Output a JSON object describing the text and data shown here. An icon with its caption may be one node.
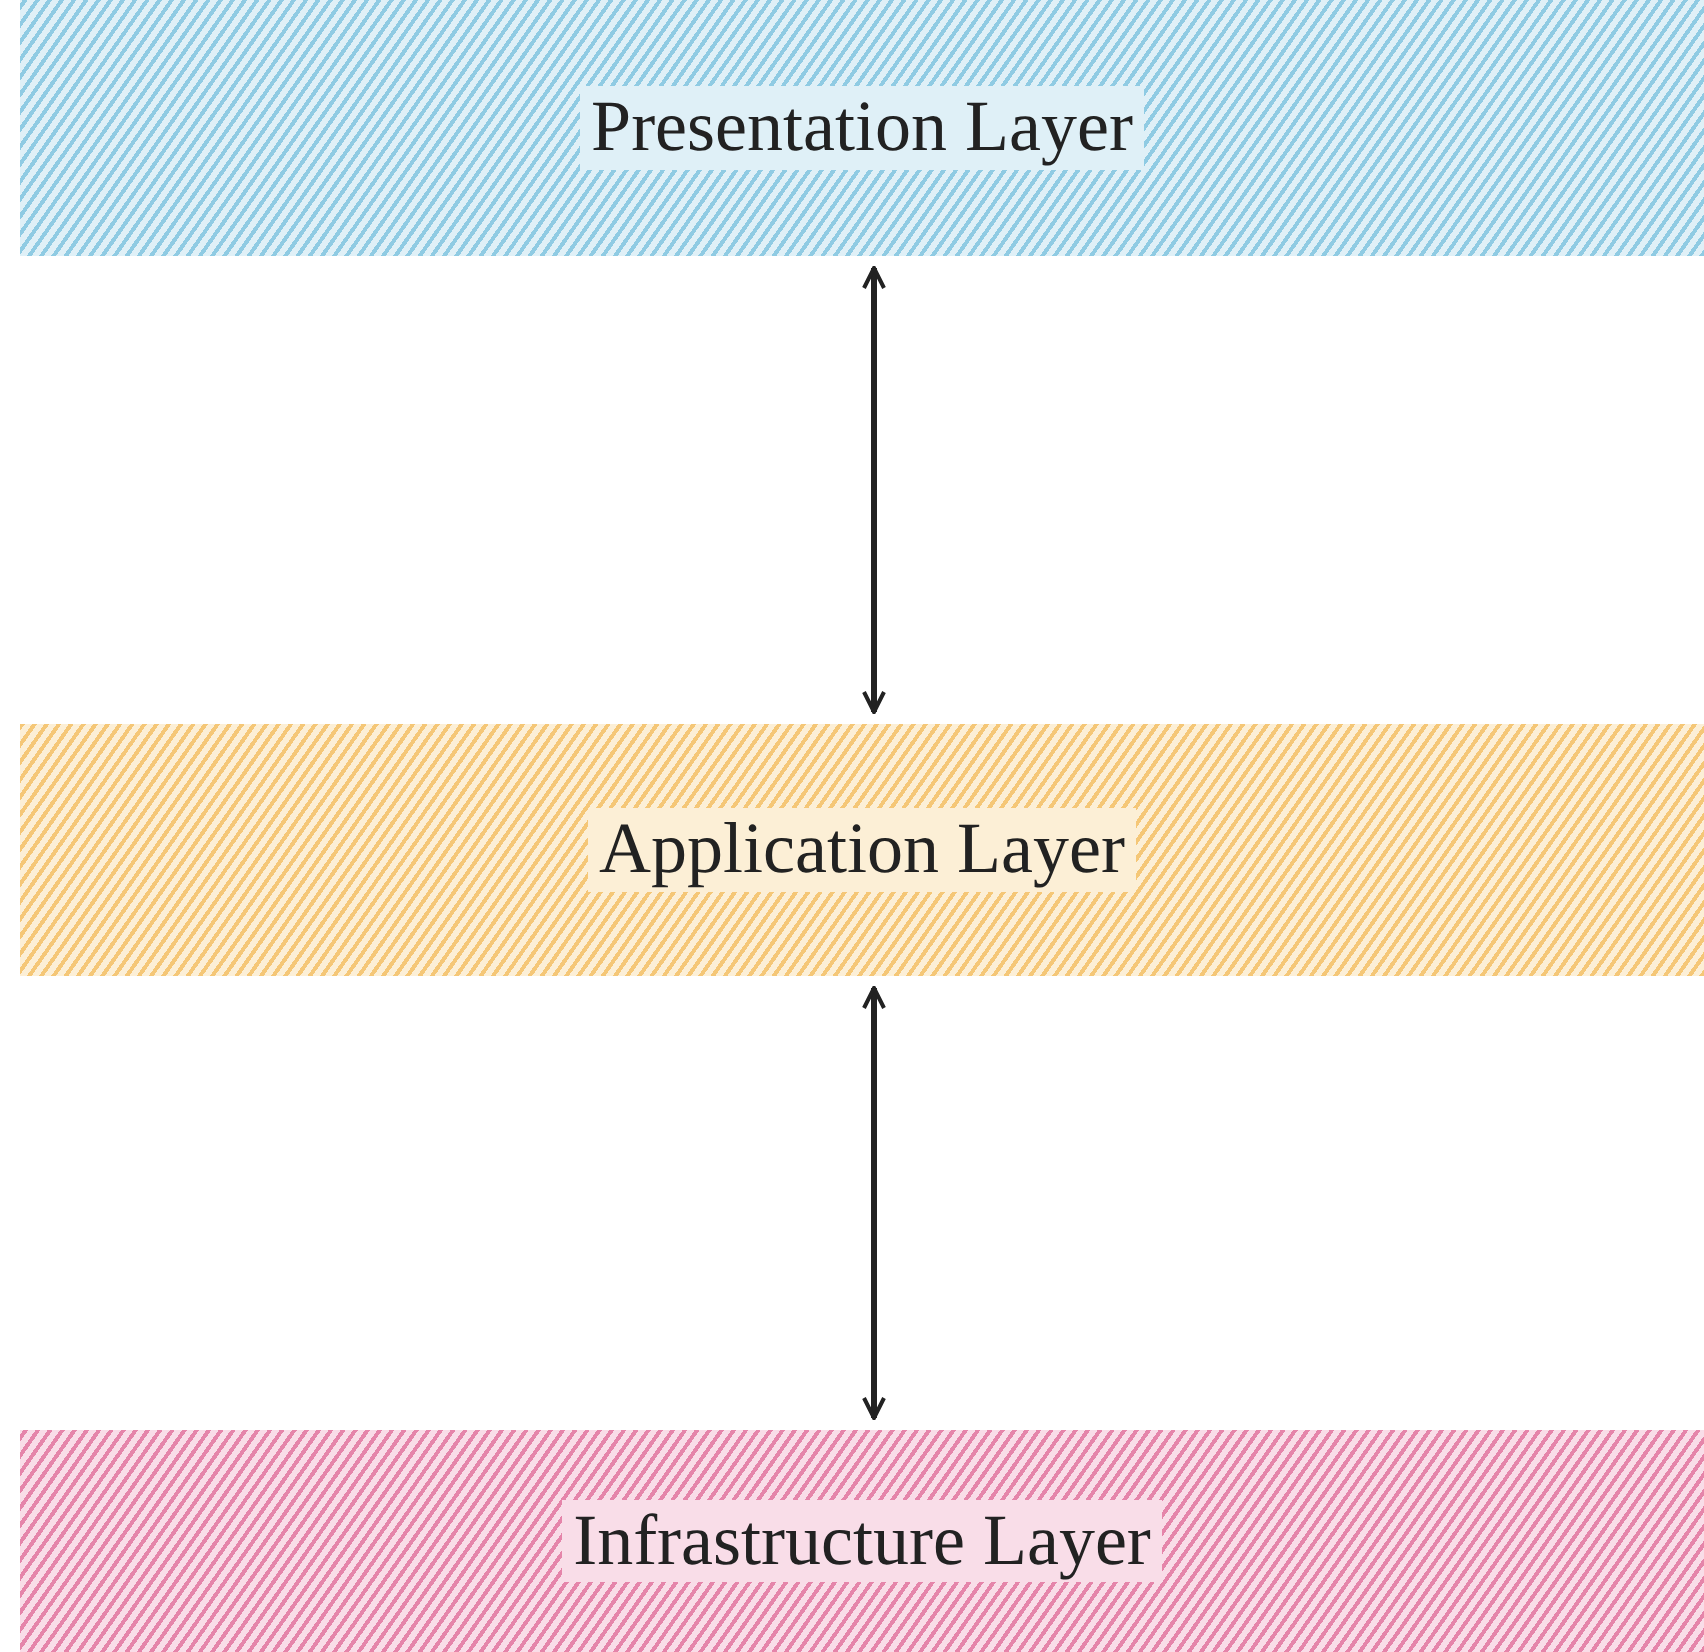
{
  "diagram": {
    "nodes": [
      {
        "text": [
          "Presentation Layer"
        ]
      },
      {
        "text": [
          "Application Layer"
        ]
      },
      {
        "text": [
          "Infrastructure Layer"
        ]
      }
    ],
    "edges": [
      {
        "from": 0,
        "to": 1,
        "arrow": "both"
      },
      {
        "from": 1,
        "to": 2,
        "arrow": "both"
      }
    ]
  }
}
